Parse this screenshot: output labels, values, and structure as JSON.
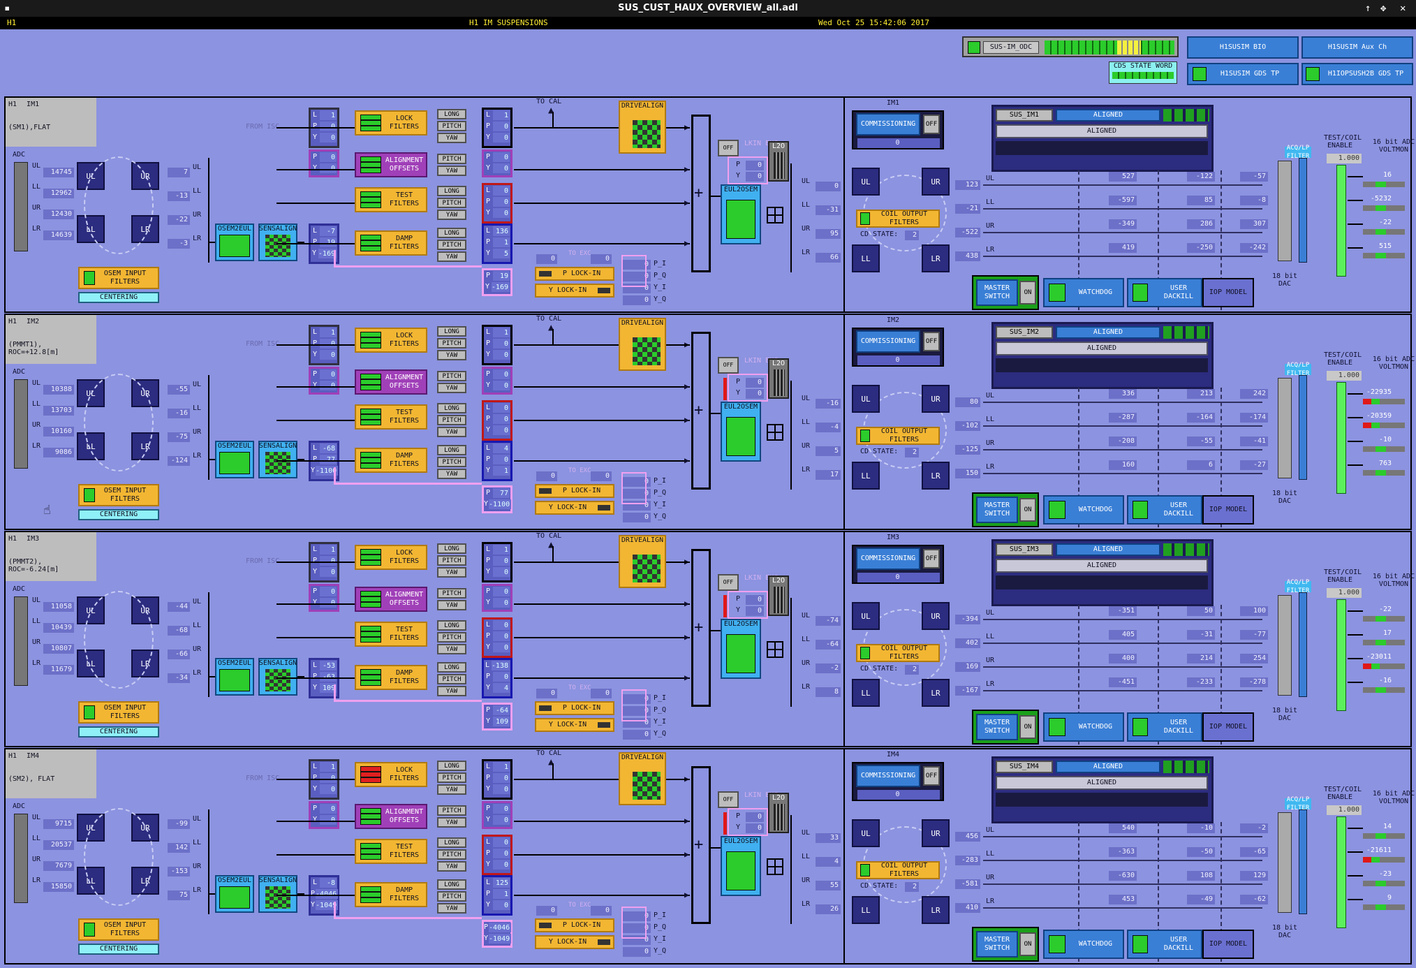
{
  "window": {
    "title": "SUS_CUST_HAUX_OVERVIEW_all.adl"
  },
  "topbar": {
    "site": "H1",
    "system": "H1 IM SUSPENSIONS",
    "datetime": "Wed Oct 25 15:42:06 2017"
  },
  "header": {
    "odc_label": "SUS-IM_ODC",
    "cds_state_word": "CDS STATE WORD",
    "buttons": [
      "H1SUSIM BIO",
      "H1SUSIM Aux Ch",
      "H1SUSIM GDS TP",
      "H1IOPSUSH2B GDS TP"
    ]
  },
  "common": {
    "adc": "ADC",
    "from_isc": "FROM ISC",
    "to_cal": "TO CAL",
    "lock_filters": "LOCK FILTERS",
    "alignment_offsets": "ALIGNMENT OFFSETS",
    "test_filters": "TEST FILTERS",
    "damp_filters": "DAMP FILTERS",
    "osem_input_filters": "OSEM INPUT FILTERS",
    "centering": "CENTERING",
    "osem2eul": "OSEM2EUL",
    "sensalign": "SENSALIGN",
    "drivealign": "DRIVEALIGN",
    "eul2osem": "EUL2OSEM",
    "l2o": "L2O",
    "lkin_exc": "LKIN EXC",
    "to_exc": "TO EXC",
    "p_lockin": "P LOCK-IN",
    "y_lockin": "Y LOCK-IN",
    "commissioning": "COMMISSIONING",
    "coil_output_filters": "COIL OUTPUT FILTERS",
    "cd_state": "CD STATE:",
    "master_switch": "MASTER SWITCH",
    "watchdog": "WATCHDOG",
    "user_dackill": "USER DACKILL",
    "iop_model": "IOP MODEL",
    "aligned": "ALIGNED",
    "test_coil_enable": "TEST/COIL ENABLE",
    "acq_lp_filter": "ACQ/LP FILTER",
    "adc_voltmon": "16 bit ADC VOLTMON",
    "dac18": "18 bit DAC",
    "long": "LONG",
    "pitch": "PITCH",
    "yaw": "YAW",
    "off": "OFF",
    "on": "ON",
    "osems": [
      "UL",
      "LL",
      "UR",
      "LR"
    ],
    "dof": [
      "L",
      "P",
      "Y"
    ],
    "lockin_outs": [
      "P_I",
      "P_Q",
      "Y_I",
      "Y_Q"
    ],
    "test_value": "1.000",
    "plus": "+"
  },
  "stages": [
    {
      "id": "IM1",
      "sitelabel": "H1",
      "desc": "(SM1),FLAT",
      "adc": [
        "14745",
        "12962",
        "12430",
        "14639"
      ],
      "osem_out": [
        "7",
        "-13",
        "-22",
        "-3"
      ],
      "isc": [
        "1",
        "0",
        "0"
      ],
      "align": [
        "0",
        "0"
      ],
      "test": [
        "0",
        "0",
        "0"
      ],
      "damp_in": [
        "-7",
        "19",
        "-169"
      ],
      "damp": [
        "136",
        "1",
        "5"
      ],
      "lock": [
        "1",
        "0",
        "0"
      ],
      "lockin_in": [
        "19",
        "-169"
      ],
      "lockin_out": [
        "0",
        "0",
        "0",
        "0"
      ],
      "exc": [
        "0",
        "0"
      ],
      "coil_out": [
        "0",
        "-31",
        "95",
        "66"
      ],
      "cd": "2",
      "comm": "0",
      "guard": "SUS_IM1",
      "out": [
        "123",
        "-21",
        "-522",
        "438"
      ],
      "c1": [
        "527",
        "-597",
        "-349",
        "419"
      ],
      "c2": [
        "-122",
        "85",
        "286",
        "-250"
      ],
      "c3": [
        "-57",
        "-8",
        "307",
        "-242"
      ],
      "volt": [
        "16",
        "-5232",
        "-22",
        "515"
      ],
      "redvolt": [
        false,
        false,
        false,
        false
      ]
    },
    {
      "id": "IM2",
      "sitelabel": "H1",
      "desc": "(PMMT1), ROC=+12.8[m]",
      "adc": [
        "10388",
        "13703",
        "10160",
        "9086"
      ],
      "osem_out": [
        "-55",
        "-16",
        "-75",
        "-124"
      ],
      "isc": [
        "1",
        "0",
        "0"
      ],
      "align": [
        "0",
        "0"
      ],
      "test": [
        "0",
        "0",
        "0"
      ],
      "damp_in": [
        "-68",
        "77",
        "-1100"
      ],
      "damp": [
        "4",
        "0",
        "1"
      ],
      "lock": [
        "1",
        "0",
        "0"
      ],
      "lockin_in": [
        "77",
        "-1100"
      ],
      "lockin_out": [
        "0",
        "0",
        "0",
        "0"
      ],
      "exc": [
        "0",
        "0"
      ],
      "coil_out": [
        "-16",
        "-4",
        "5",
        "17"
      ],
      "cd": "2",
      "comm": "0",
      "guard": "SUS_IM2",
      "out": [
        "80",
        "-102",
        "-125",
        "150"
      ],
      "c1": [
        "336",
        "-287",
        "-208",
        "160"
      ],
      "c2": [
        "213",
        "-164",
        "-55",
        "6"
      ],
      "c3": [
        "242",
        "-174",
        "-41",
        "-27"
      ],
      "volt": [
        "-22935",
        "-20359",
        "-10",
        "763"
      ],
      "redvolt": [
        true,
        true,
        false,
        false
      ]
    },
    {
      "id": "IM3",
      "sitelabel": "H1",
      "desc": "(PMMT2), ROC=-6.24[m]",
      "adc": [
        "11058",
        "10439",
        "10807",
        "11679"
      ],
      "osem_out": [
        "-44",
        "-68",
        "-66",
        "-34"
      ],
      "isc": [
        "1",
        "0",
        "0"
      ],
      "align": [
        "0",
        "0"
      ],
      "test": [
        "0",
        "0",
        "0"
      ],
      "damp_in": [
        "-53",
        "-63",
        "109"
      ],
      "damp": [
        "-138",
        "0",
        "4"
      ],
      "lock": [
        "1",
        "0",
        "0"
      ],
      "lockin_in": [
        "-64",
        "109"
      ],
      "lockin_out": [
        "0",
        "0",
        "0",
        "0"
      ],
      "exc": [
        "0",
        "0"
      ],
      "coil_out": [
        "-74",
        "-64",
        "-2",
        "8"
      ],
      "cd": "2",
      "comm": "0",
      "guard": "SUS_IM3",
      "out": [
        "-394",
        "402",
        "169",
        "-167"
      ],
      "c1": [
        "-351",
        "405",
        "400",
        "-451"
      ],
      "c2": [
        "50",
        "-31",
        "214",
        "-233"
      ],
      "c3": [
        "100",
        "-77",
        "254",
        "-278"
      ],
      "volt": [
        "-22",
        "17",
        "-23011",
        "-16"
      ],
      "redvolt": [
        false,
        false,
        true,
        false
      ]
    },
    {
      "id": "IM4",
      "sitelabel": "H1",
      "desc": "(SM2), FLAT",
      "adc": [
        "9715",
        "20537",
        "7679",
        "15850"
      ],
      "osem_out": [
        "-99",
        "142",
        "-153",
        "75"
      ],
      "isc": [
        "1",
        "0",
        "0"
      ],
      "align": [
        "0",
        "0"
      ],
      "test": [
        "0",
        "0",
        "0"
      ],
      "damp_in": [
        "-8",
        "-4046",
        "-1049"
      ],
      "damp": [
        "125",
        "1",
        "0"
      ],
      "lock": [
        "1",
        "0",
        "0"
      ],
      "lockin_in": [
        "-4046",
        "-1049"
      ],
      "lockin_out": [
        "0",
        "0",
        "0",
        "0"
      ],
      "exc": [
        "0",
        "0"
      ],
      "coil_out": [
        "33",
        "4",
        "55",
        "26"
      ],
      "cd": "2",
      "comm": "0",
      "guard": "SUS_IM4",
      "out": [
        "456",
        "-283",
        "-581",
        "410"
      ],
      "c1": [
        "540",
        "-363",
        "-630",
        "453"
      ],
      "c2": [
        "-10",
        "-50",
        "108",
        "-49"
      ],
      "c3": [
        "-2",
        "-65",
        "129",
        "-62"
      ],
      "volt": [
        "14",
        "-21611",
        "-23",
        "9"
      ],
      "redvolt": [
        false,
        true,
        false,
        false
      ]
    }
  ]
}
